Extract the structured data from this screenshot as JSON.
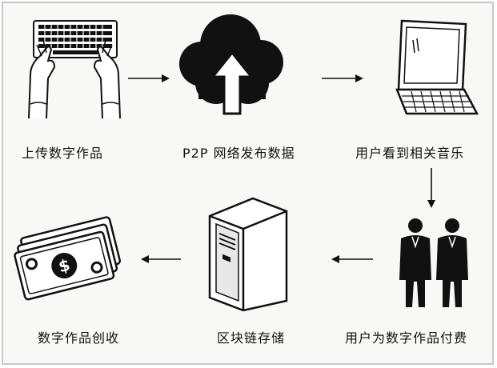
{
  "diagram": {
    "steps": [
      {
        "id": "upload",
        "label": "上传数字作品",
        "icon": "hands-typing-keyboard-icon"
      },
      {
        "id": "p2p",
        "label": "P2P 网络发布数据",
        "icon": "cloud-upload-icon"
      },
      {
        "id": "see",
        "label": "用户看到相关音乐",
        "icon": "laptop-icon"
      },
      {
        "id": "pay",
        "label": "用户为数字作品付费",
        "icon": "two-businessmen-icon"
      },
      {
        "id": "store",
        "label": "区块链存储",
        "icon": "server-tower-icon"
      },
      {
        "id": "revenue",
        "label": "数字作品创收",
        "icon": "money-bills-icon"
      }
    ],
    "colors": {
      "ink": "#111111",
      "background": "#f8f8f6",
      "border": "#c8c8c8"
    }
  }
}
